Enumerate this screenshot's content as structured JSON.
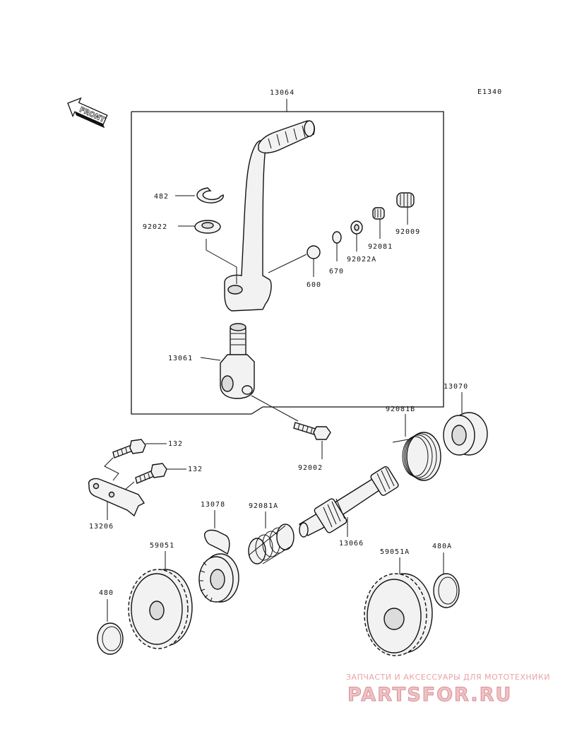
{
  "diagram_code": "E1340",
  "front_label": "FRONT",
  "parts": {
    "p13064": "13064",
    "p482": "482",
    "p92022": "92022",
    "p600": "600",
    "p670": "670",
    "p92022A": "92022A",
    "p92081": "92081",
    "p92009": "92009",
    "p13061": "13061",
    "p92002": "92002",
    "p92081B": "92081B",
    "p13070": "13070",
    "p132a": "132",
    "p132b": "132",
    "p13206": "13206",
    "p13078": "13078",
    "p92081A": "92081A",
    "p13066": "13066",
    "p59051": "59051",
    "p480": "480",
    "p59051A": "59051A",
    "p480A": "480A"
  },
  "watermark": {
    "tagline": "ЗАПЧАСТИ И АКСЕССУАРЫ ДЛЯ МОТОТЕХНИКИ",
    "brand": "PARTSFOR.RU"
  }
}
